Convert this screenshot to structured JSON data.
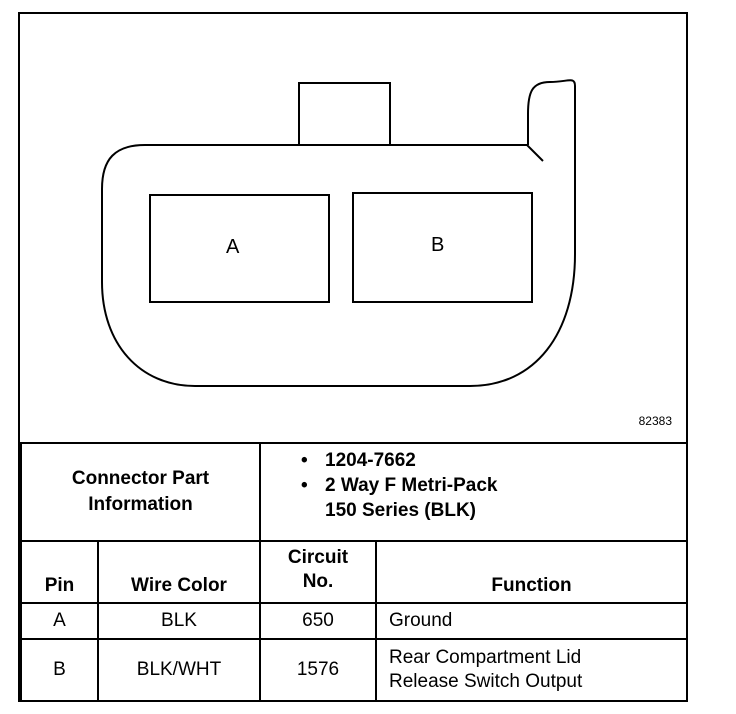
{
  "diagram": {
    "pins": [
      "A",
      "B"
    ],
    "figure_number": "82383"
  },
  "connector_info": {
    "label_line1": "Connector Part",
    "label_line2": "Information",
    "items": [
      "1204-7662",
      "2 Way F Metri-Pack",
      "150 Series (BLK)"
    ]
  },
  "table": {
    "headers": {
      "pin": "Pin",
      "wire_color": "Wire Color",
      "circuit_line1": "Circuit",
      "circuit_line2": "No.",
      "function": "Function"
    },
    "rows": [
      {
        "pin": "A",
        "wire_color": "BLK",
        "circuit": "650",
        "function_line1": "Ground",
        "function_line2": ""
      },
      {
        "pin": "B",
        "wire_color": "BLK/WHT",
        "circuit": "1576",
        "function_line1": "Rear Compartment Lid",
        "function_line2": "Release Switch Output"
      }
    ]
  }
}
